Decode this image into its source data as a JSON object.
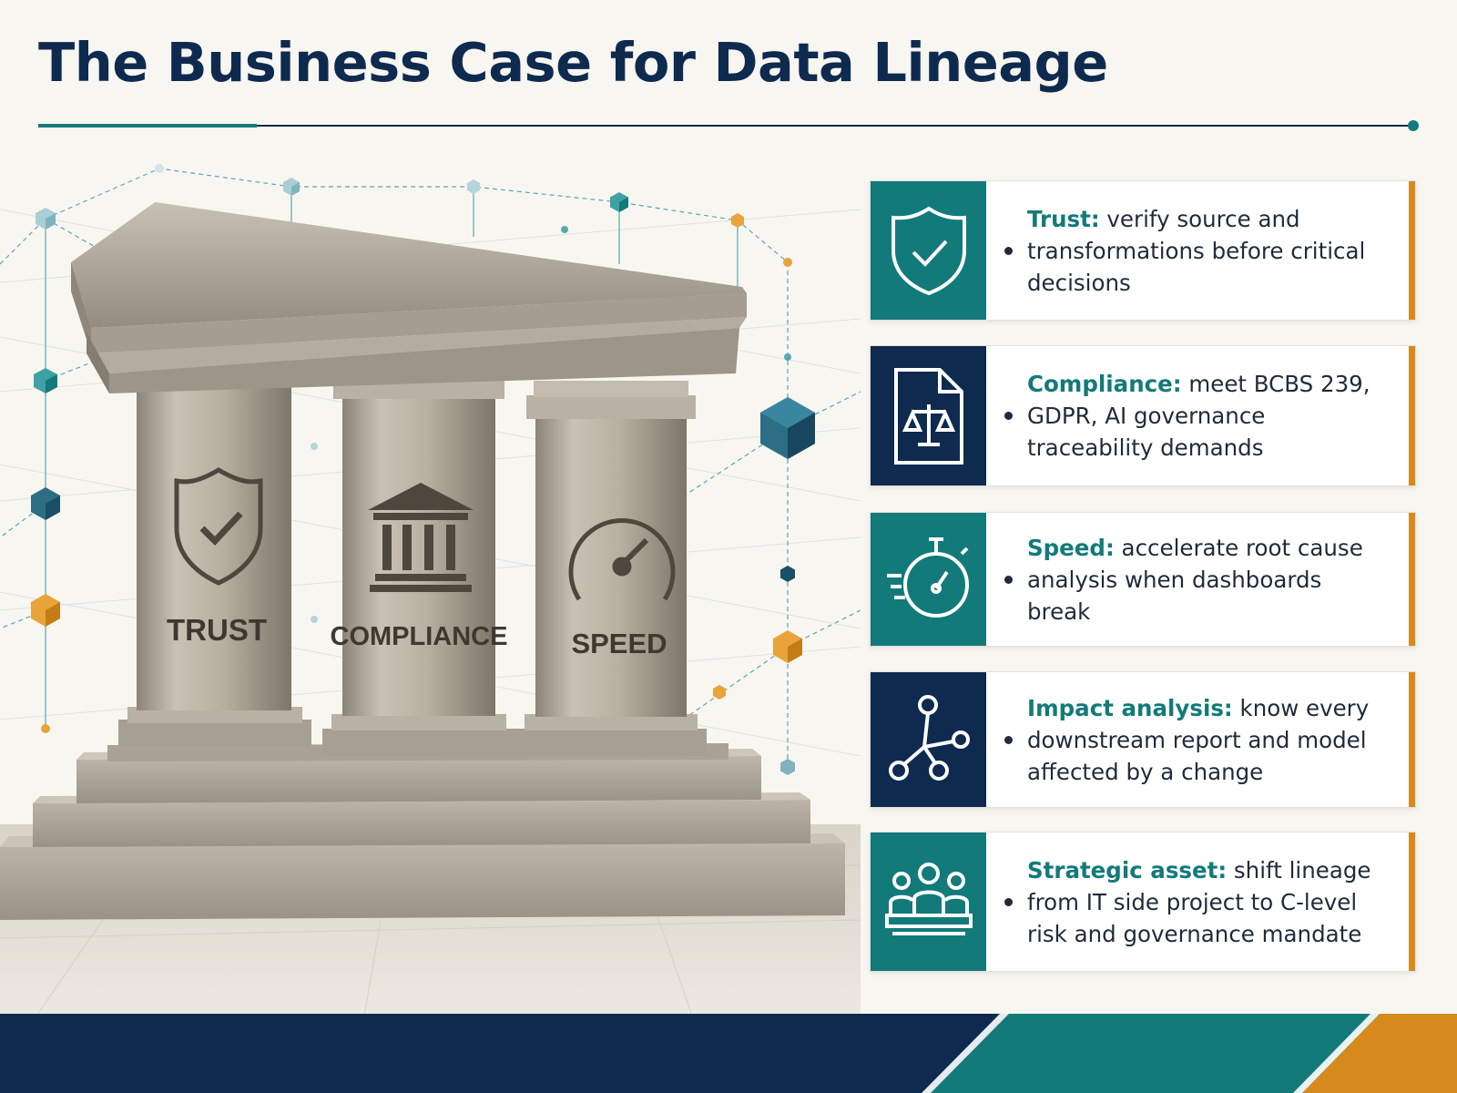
{
  "title": "The Business Case for Data Lineage",
  "colors": {
    "navy": "#0f2a4f",
    "teal": "#137a7a",
    "orange": "#d68a1c",
    "stone": "#b8ae9f"
  },
  "pillars": [
    {
      "label": "TRUST",
      "icon": "shield-check-icon"
    },
    {
      "label": "COMPLIANCE",
      "icon": "courthouse-icon"
    },
    {
      "label": "SPEED",
      "icon": "speedometer-icon"
    }
  ],
  "cards": [
    {
      "lead": "Trust:",
      "text": " verify source and transformations before critical decisions",
      "icon": "shield-check-icon",
      "icon_bg": "teal"
    },
    {
      "lead": "Compliance:",
      "text": " meet BCBS 239, GDPR, AI governance traceability demands",
      "icon": "document-scales-icon",
      "icon_bg": "navy"
    },
    {
      "lead": "Speed:",
      "text": " accelerate root cause analysis when dashboards break",
      "icon": "stopwatch-icon",
      "icon_bg": "teal"
    },
    {
      "lead": "Impact analysis:",
      "text": " know every downstream report and model affected by a change",
      "icon": "network-nodes-icon",
      "icon_bg": "navy"
    },
    {
      "lead": "Strategic asset:",
      "text": " shift lineage from IT side project to C-level risk and governance mandate",
      "icon": "boardroom-people-icon",
      "icon_bg": "teal"
    }
  ]
}
